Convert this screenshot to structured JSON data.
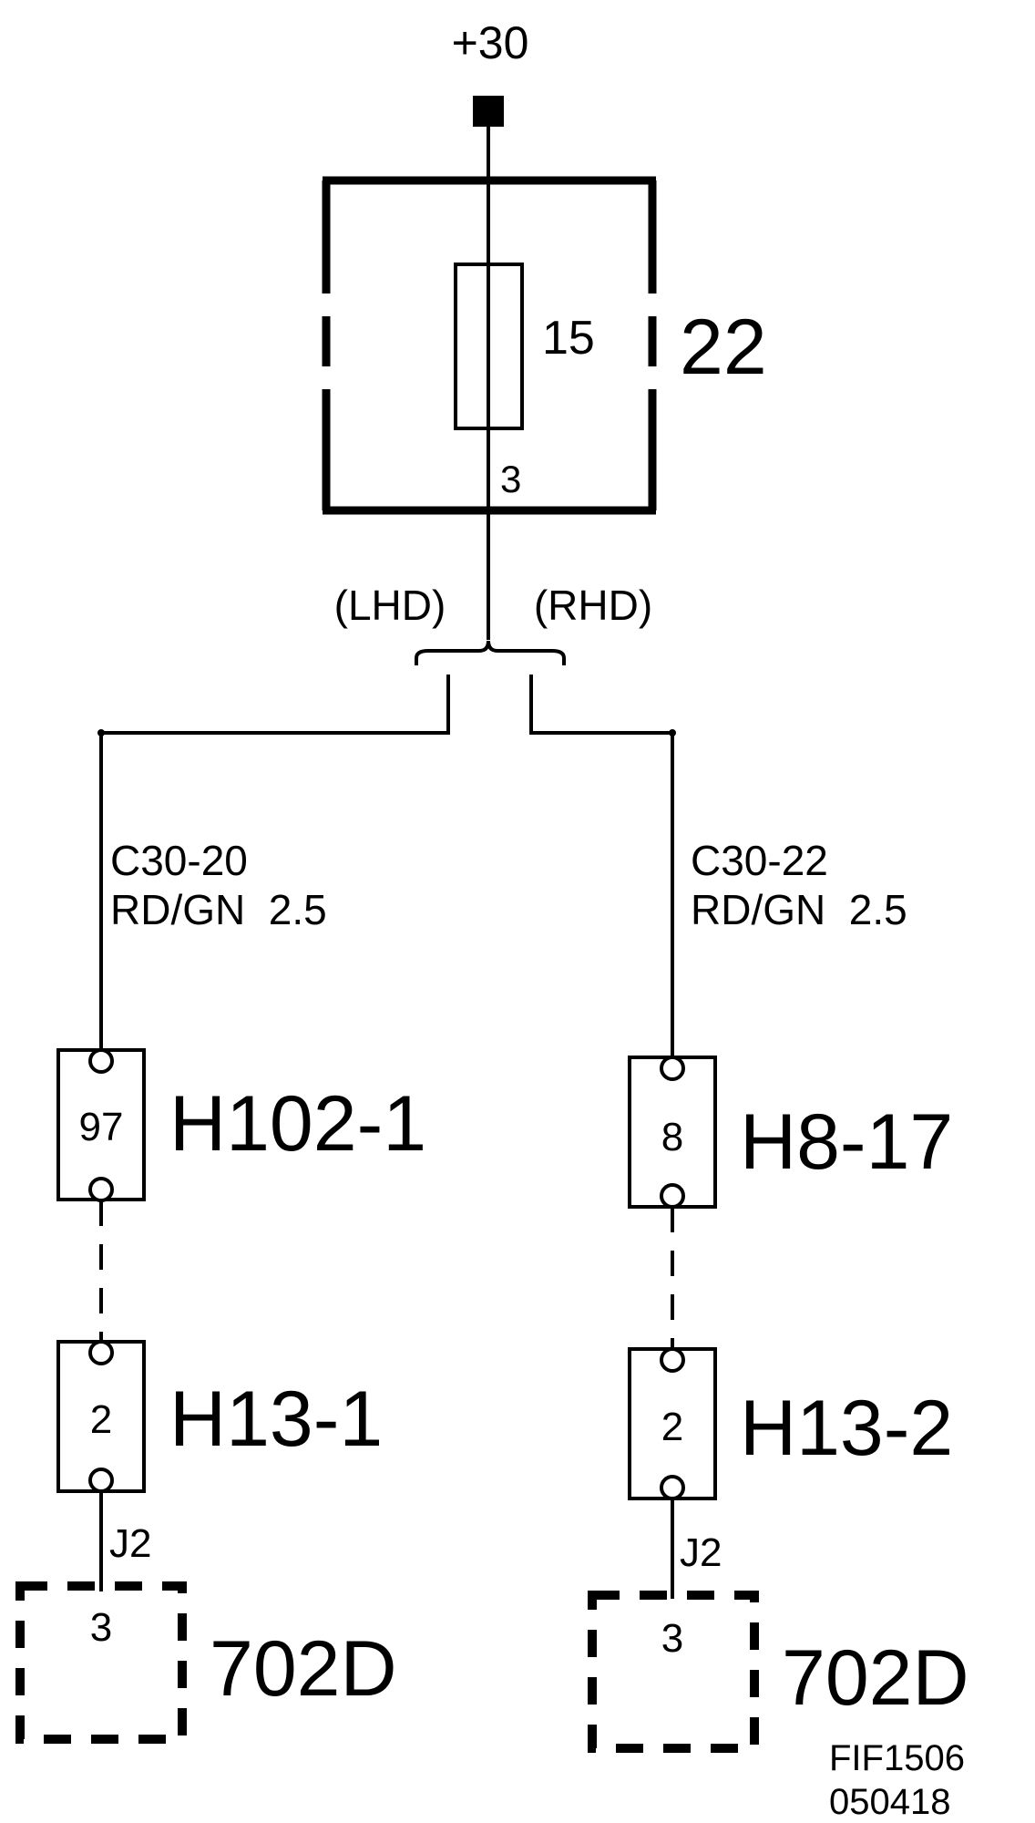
{
  "supply": {
    "label": "+30"
  },
  "fuse_box": {
    "id": "22",
    "fuse_rating": "15",
    "pin": "3"
  },
  "variants": {
    "left": "(LHD)",
    "right": "(RHD)"
  },
  "left_branch": {
    "wire_id": "C30-20",
    "wire_spec": "RD/GN  2.5",
    "connector_upper": {
      "id": "H102-1",
      "pin": "97"
    },
    "connector_lower": {
      "id": "H13-1",
      "pin": "2"
    },
    "jack": "J2",
    "unit": {
      "id": "702D",
      "pin": "3"
    }
  },
  "right_branch": {
    "wire_id": "C30-22",
    "wire_spec": "RD/GN  2.5",
    "connector_upper": {
      "id": "H8-17",
      "pin": "8"
    },
    "connector_lower": {
      "id": "H13-2",
      "pin": "2"
    },
    "jack": "J2",
    "unit": {
      "id": "702D",
      "pin": "3"
    }
  },
  "figure": {
    "ref": "FIF1506",
    "date": "050418"
  }
}
